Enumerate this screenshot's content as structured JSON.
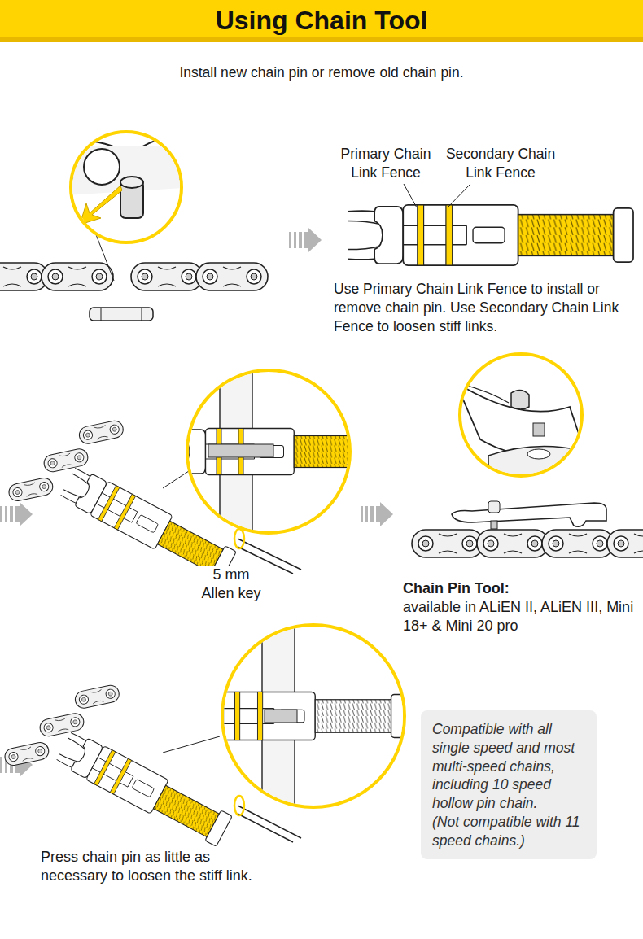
{
  "diagram": {
    "title": "Using Chain Tool",
    "nodes": [
      {
        "text": [
          "Compatible with all single speed and most multi-speed chains, including 10 speed hollow pin chain.",
          "(Not compatible with 11 speed chains.)"
        ]
      }
    ],
    "labels": [
      "Install new chain pin or remove old chain pin.",
      "Primary Chain Link Fence",
      "Secondary Chain Link Fence",
      "Use Primary Chain Link Fence to install or remove chain pin.  Use Secondary Chain Link Fence to loosen stiff links.",
      "5 mm Allen key",
      "Chain Pin Tool:",
      "available in ALiEN II, ALiEN III, Mini 18+ & Mini 20 pro",
      "Press chain pin as little as necessary to loosen the stiff link."
    ]
  }
}
